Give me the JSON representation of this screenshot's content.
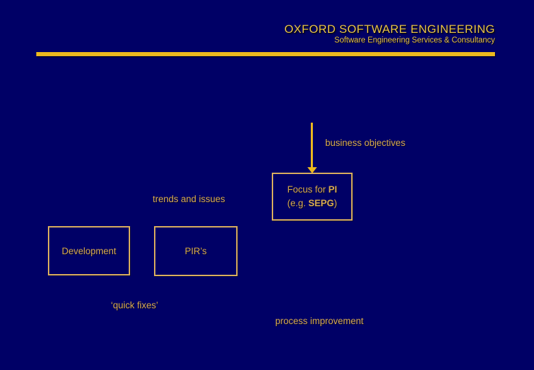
{
  "slide": {
    "header": {
      "title": "OXFORD SOFTWARE ENGINEERING",
      "subtitle": "Software Engineering Services & Consultancy"
    },
    "labels": {
      "business_objectives": "business objectives",
      "trends_and_issues": "trends and issues",
      "quick_fixes": "‘quick fixes’",
      "process_improvement": "process improvement"
    },
    "boxes": {
      "focus": {
        "line1_prefix": "Focus for ",
        "line1_bold": "PI",
        "line2_prefix": "(e.g. ",
        "line2_bold": "SEPG",
        "line2_suffix": ")"
      },
      "development": "Development",
      "pirs": "PIR’s"
    },
    "colors": {
      "background": "#000066",
      "gold_title": "#E8C24A",
      "gold_rule": "#EDB91E",
      "gold_text": "#D9AB51",
      "gold_border": "#DCB05E"
    }
  }
}
